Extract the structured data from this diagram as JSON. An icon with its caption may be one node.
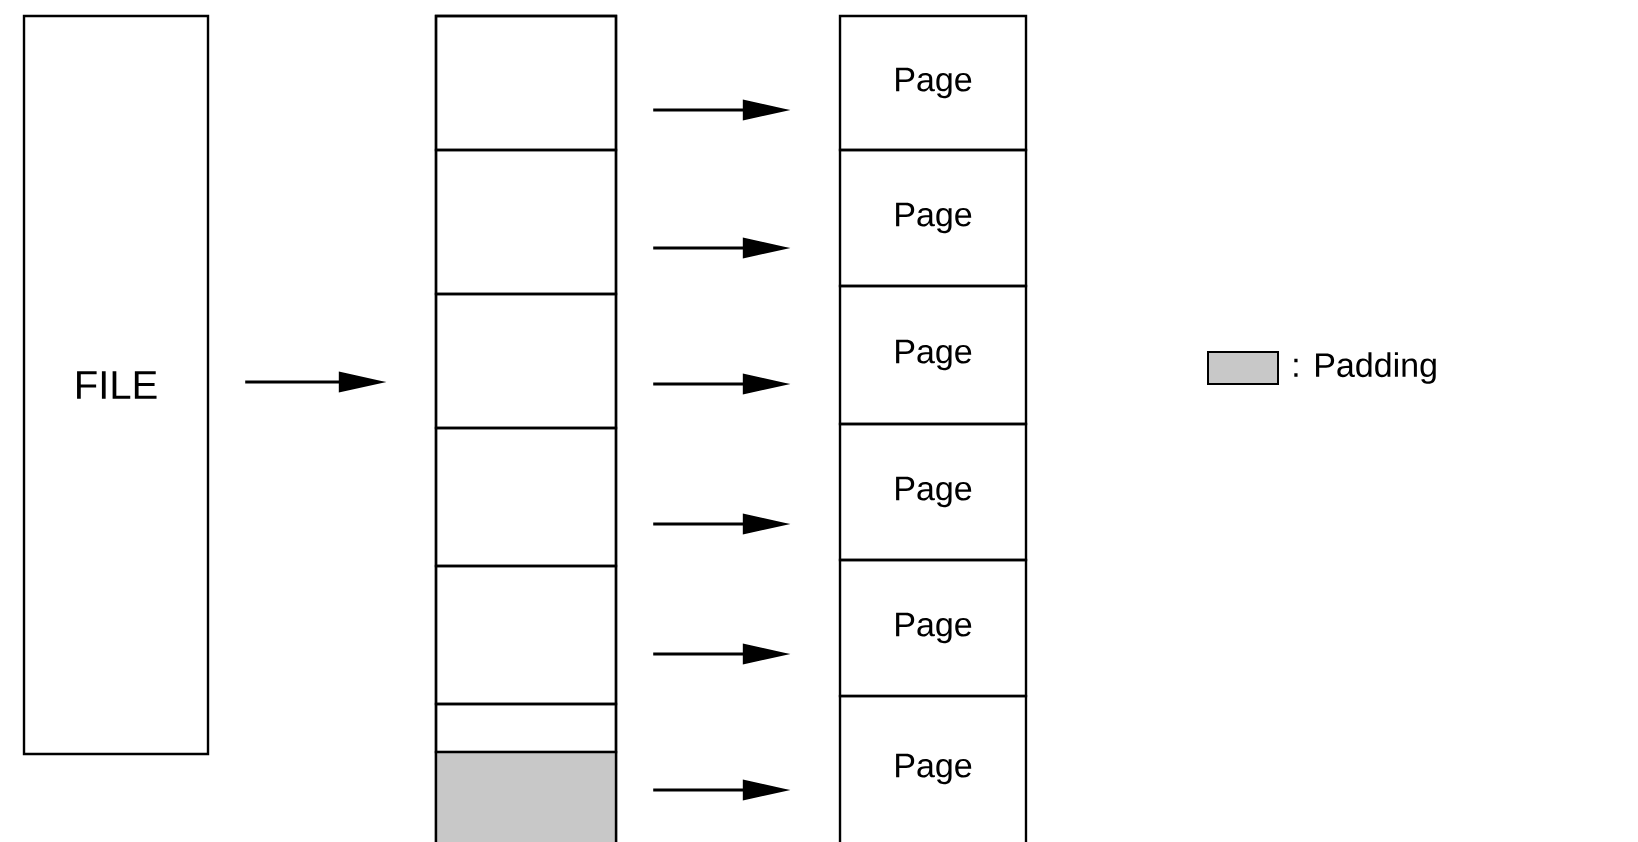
{
  "diagram": {
    "nodes": [
      {
        "text": [
          "FILE"
        ]
      },
      {
        "text": [],
        "shape": "box"
      },
      {
        "text": [],
        "shape": "box",
        "in": 1
      },
      {
        "text": [],
        "shape": "box",
        "in": 1
      },
      {
        "text": [],
        "shape": "box",
        "in": 1
      },
      {
        "text": [],
        "shape": "box",
        "in": 1
      },
      {
        "text": [],
        "shape": "box",
        "in": 1
      },
      {
        "text": [],
        "shape": "box",
        "in": 1
      },
      {
        "text": [],
        "shape": "box",
        "in": 1
      },
      {
        "text": [
          "Page"
        ]
      },
      {
        "text": [
          "Page"
        ]
      },
      {
        "text": [
          "Page"
        ]
      },
      {
        "text": [
          "Page"
        ]
      },
      {
        "text": [
          "Page"
        ]
      },
      {
        "text": [
          "Page"
        ]
      }
    ],
    "edges": [
      {
        "from": 0,
        "to": 1,
        "arrow": "to"
      },
      {
        "from": 2,
        "to": 9,
        "arrow": "to"
      },
      {
        "from": 3,
        "to": 10,
        "arrow": "to"
      },
      {
        "from": 4,
        "to": 11,
        "arrow": "to"
      },
      {
        "from": 5,
        "to": 12,
        "arrow": "to"
      },
      {
        "from": 6,
        "to": 13,
        "arrow": "to"
      },
      {
        "from": 8,
        "to": 14,
        "arrow": "to"
      }
    ],
    "legend": [
      {
        "text": ": Padding",
        "color": "#c8c8c8"
      }
    ]
  }
}
